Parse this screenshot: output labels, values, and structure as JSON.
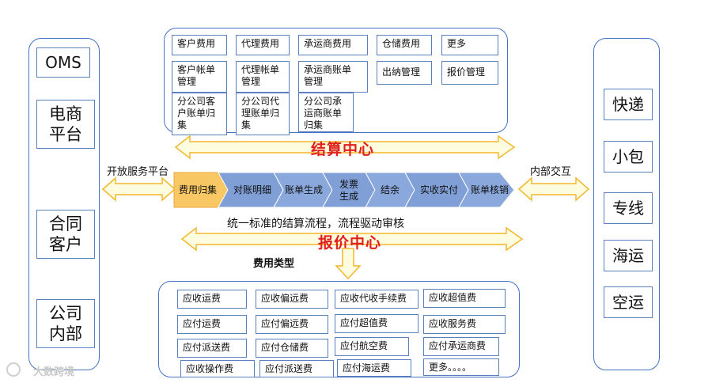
{
  "left_panel": {
    "items": [
      "OMS",
      "电商\n平台",
      "合同\n客户",
      "公司\n内部"
    ]
  },
  "right_panel": {
    "items": [
      "快递",
      "小包",
      "专线",
      "海运",
      "空运"
    ]
  },
  "settlement": {
    "title": "结算中心",
    "rows": [
      [
        "客户费用",
        "代理费用",
        "承运商费用",
        "仓储费用",
        "更多"
      ],
      [
        "客户帐单\n管理",
        "代理帐单\n管理",
        "承运商账单\n管理",
        "出纳管理",
        "报价管理"
      ],
      [
        "分公司客\n户账单归\n集",
        "分公司代\n理账单归\n集",
        "分公司承\n运商账单\n归集"
      ]
    ]
  },
  "process": {
    "left_label": "开放服务平台",
    "right_label": "内部交互",
    "steps": [
      "费用归集",
      "对账明细",
      "账单生成",
      "发票\n生成",
      "结余",
      "实收实付",
      "账单核销"
    ],
    "caption": "统一标准的结算流程，流程驱动审核"
  },
  "pricing": {
    "title": "报价中心",
    "fee_types_label": "费用类型"
  },
  "fees": {
    "rows": [
      [
        "应收运费",
        "应收偏远费",
        "应收代收手续费",
        "应收超值费"
      ],
      [
        "应付运费",
        "应付偏远费",
        "应付超值费",
        "应收服务费"
      ],
      [
        "应付派送费",
        "应付仓储费",
        "应付航空费",
        "应付承运商费"
      ],
      [
        "应收操作费",
        "应付派送费",
        "应付海运费",
        "更多。。。。"
      ]
    ]
  },
  "watermark": "大数跨境",
  "colors": {
    "panel_border": "#4472c4",
    "arrow_fill": "#fffde0",
    "arrow_stroke": "#f2b72b",
    "chevron_blue": "#7f9fd6",
    "chevron_orange": "#f9c864",
    "title_red": "#e0201b"
  }
}
